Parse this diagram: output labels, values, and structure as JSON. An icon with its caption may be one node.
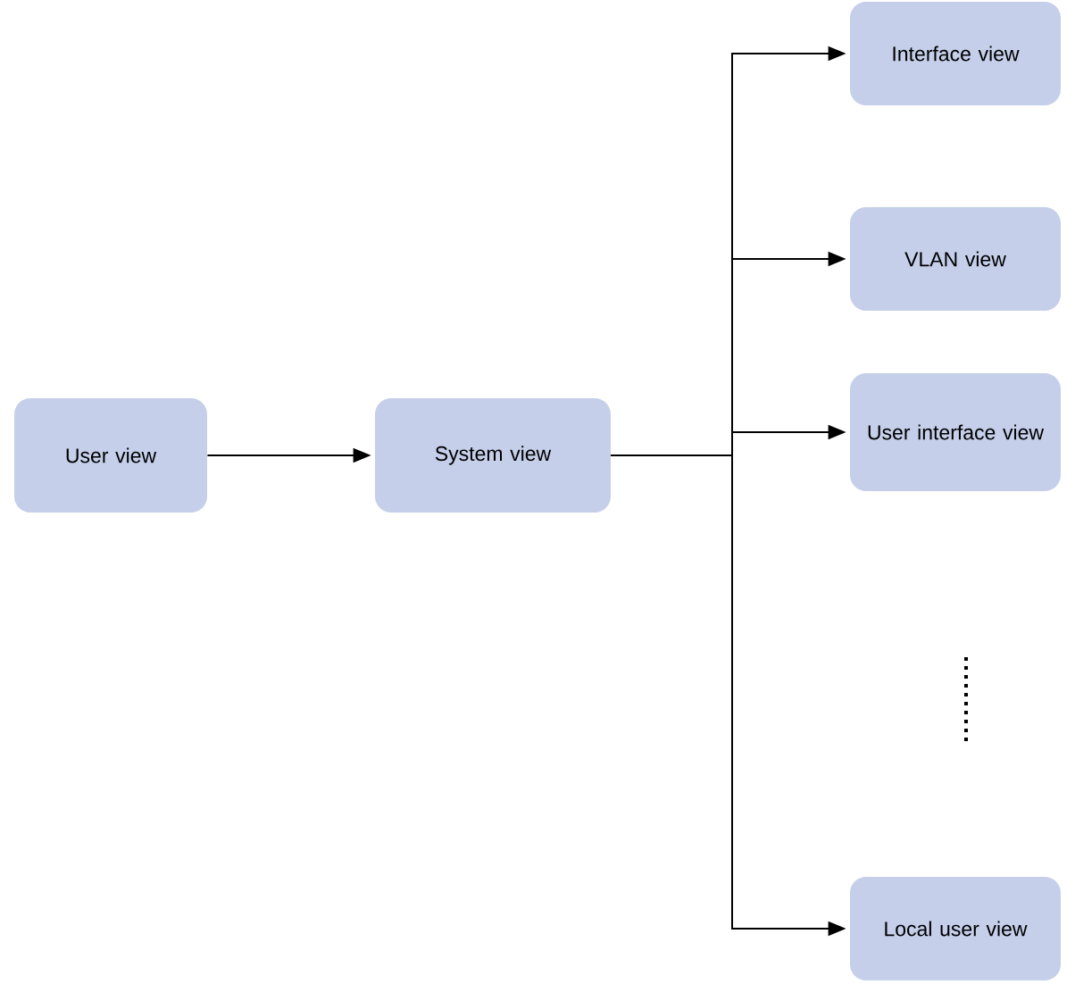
{
  "diagram": {
    "nodes": [
      {
        "text": [
          "User view"
        ]
      },
      {
        "text": [
          "System view"
        ]
      },
      {
        "text": [
          "Interface view"
        ]
      },
      {
        "text": [
          "VLAN view"
        ]
      },
      {
        "text": [
          "User interface view"
        ]
      },
      {
        "text": [
          "Local user view"
        ]
      }
    ],
    "edges": [
      {
        "from": 0,
        "to": 1,
        "arrow": "to"
      },
      {
        "from": 1,
        "to": 2,
        "arrow": "to"
      },
      {
        "from": 1,
        "to": 3,
        "arrow": "to"
      },
      {
        "from": 1,
        "to": 4,
        "arrow": "to"
      },
      {
        "from": 1,
        "to": 5,
        "arrow": "to"
      }
    ]
  }
}
